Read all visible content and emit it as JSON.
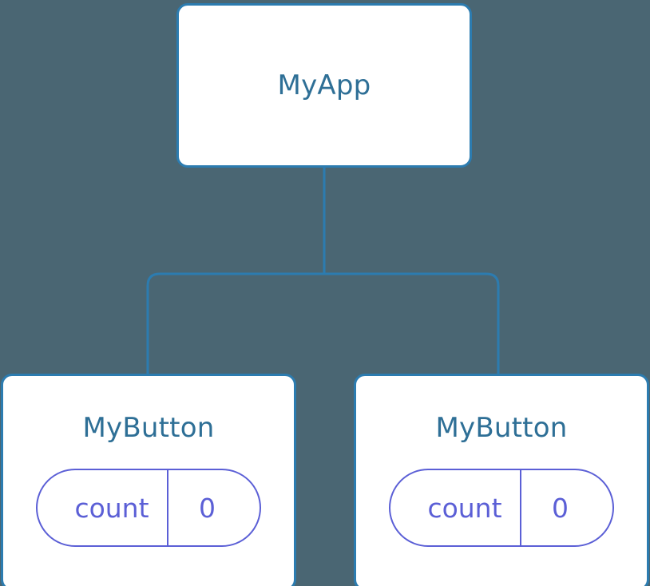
{
  "diagram": {
    "type": "component-tree",
    "background_color": "#4a6673",
    "node_fill": "#ffffff",
    "node_border_color": "#2c7cb0",
    "node_title_color": "#2e6f96",
    "state_chip_color": "#5b5fd6",
    "edge_color": "#2c7cb0"
  },
  "root": {
    "label": "MyApp"
  },
  "children": [
    {
      "label": "MyButton",
      "state": {
        "key": "count",
        "value": "0"
      }
    },
    {
      "label": "MyButton",
      "state": {
        "key": "count",
        "value": "0"
      }
    }
  ]
}
